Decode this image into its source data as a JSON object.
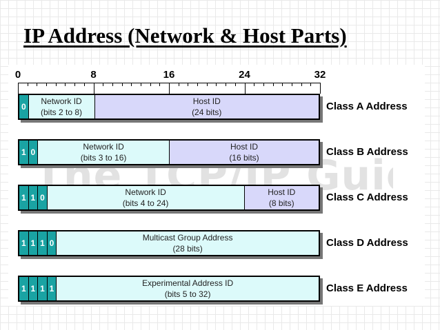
{
  "slide": {
    "title": "IP Address (Network & Host Parts)"
  },
  "watermark": "The TCP/IP Guide",
  "ruler": {
    "ticks": [
      "0",
      "8",
      "16",
      "24",
      "32"
    ]
  },
  "colors": {
    "bit_fill": "#1aa3a3",
    "network_fill": "#dcfafa",
    "host_fill": "#d8d8fa"
  },
  "rows": [
    {
      "class_label": "Class A Address",
      "bits": [
        "0"
      ],
      "fields": [
        {
          "kind": "network",
          "line1": "Network ID",
          "line2": "(bits 2 to 8)"
        },
        {
          "kind": "host",
          "line1": "Host ID",
          "line2": "(24 bits)"
        }
      ]
    },
    {
      "class_label": "Class B Address",
      "bits": [
        "1",
        "0"
      ],
      "fields": [
        {
          "kind": "network",
          "line1": "Network ID",
          "line2": "(bits 3 to 16)"
        },
        {
          "kind": "host",
          "line1": "Host ID",
          "line2": "(16 bits)"
        }
      ]
    },
    {
      "class_label": "Class C Address",
      "bits": [
        "1",
        "1",
        "0"
      ],
      "fields": [
        {
          "kind": "network",
          "line1": "Network ID",
          "line2": "(bits 4 to 24)"
        },
        {
          "kind": "host",
          "line1": "Host ID",
          "line2": "(8 bits)"
        }
      ]
    },
    {
      "class_label": "Class D Address",
      "bits": [
        "1",
        "1",
        "1",
        "0"
      ],
      "fields": [
        {
          "kind": "network",
          "line1": "Multicast Group Address",
          "line2": "(28 bits)"
        }
      ]
    },
    {
      "class_label": "Class E Address",
      "bits": [
        "1",
        "1",
        "1",
        "1"
      ],
      "fields": [
        {
          "kind": "network",
          "line1": "Experimental Address ID",
          "line2": "(bits 5 to 32)"
        }
      ]
    }
  ]
}
